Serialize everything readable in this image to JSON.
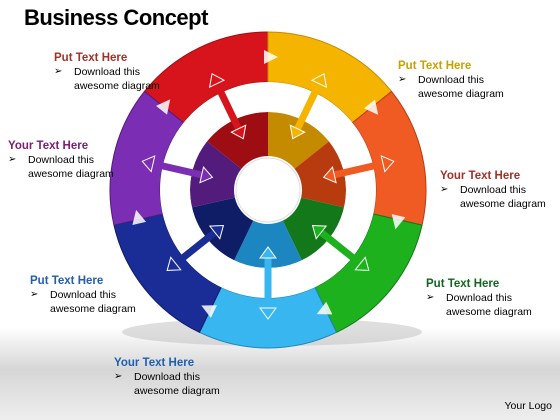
{
  "title": "Business Concept",
  "logo": "Your Logo",
  "colors": {
    "red": "#d7141c",
    "yellow": "#f5b400",
    "orange": "#f05a23",
    "green": "#1db11d",
    "cyan": "#38b6f0",
    "navy": "#1a2c96",
    "purple": "#7b2eb4",
    "magenta": "#7a1f74",
    "gold": "#c8a000",
    "brown": "#a0322a",
    "darkgreen": "#12651f",
    "blue": "#1f5fb0"
  },
  "callouts": [
    {
      "id": "top-left",
      "head": "Put Text Here",
      "color": "#a0322a",
      "bullet": "➢",
      "text": "Download this awesome diagram"
    },
    {
      "id": "top-right",
      "head": "Put Text Here",
      "color": "#c8a000",
      "bullet": "➢",
      "text": "Download this awesome diagram"
    },
    {
      "id": "mid-left",
      "head": "Your Text Here",
      "color": "#7a1f74",
      "bullet": "➢",
      "text": "Download this awesome diagram"
    },
    {
      "id": "mid-right",
      "head": "Your Text Here",
      "color": "#a0322a",
      "bullet": "➢",
      "text": "Download this awesome diagram"
    },
    {
      "id": "lower-left",
      "head": "Put Text Here",
      "color": "#1f5fb0",
      "bullet": "➢",
      "text": "Download this awesome diagram"
    },
    {
      "id": "lower-right",
      "head": "Put Text Here",
      "color": "#12651f",
      "bullet": "➢",
      "text": "Download this awesome diagram"
    },
    {
      "id": "bottom",
      "head": "Your Text Here",
      "color": "#1f5fb0",
      "bullet": "➢",
      "text": "Download this awesome diagram"
    }
  ],
  "segments": [
    {
      "name": "red",
      "color": "#d7141c",
      "dark": "#9e0d12"
    },
    {
      "name": "yellow",
      "color": "#f5b400",
      "dark": "#c48a00"
    },
    {
      "name": "orange",
      "color": "#f05a23",
      "dark": "#b83b10"
    },
    {
      "name": "green",
      "color": "#1db11d",
      "dark": "#12781a"
    },
    {
      "name": "cyan",
      "color": "#38b6f0",
      "dark": "#1c86c0"
    },
    {
      "name": "navy",
      "color": "#1a2c96",
      "dark": "#0f1c66"
    },
    {
      "name": "purple",
      "color": "#7b2eb4",
      "dark": "#521b7c"
    }
  ]
}
